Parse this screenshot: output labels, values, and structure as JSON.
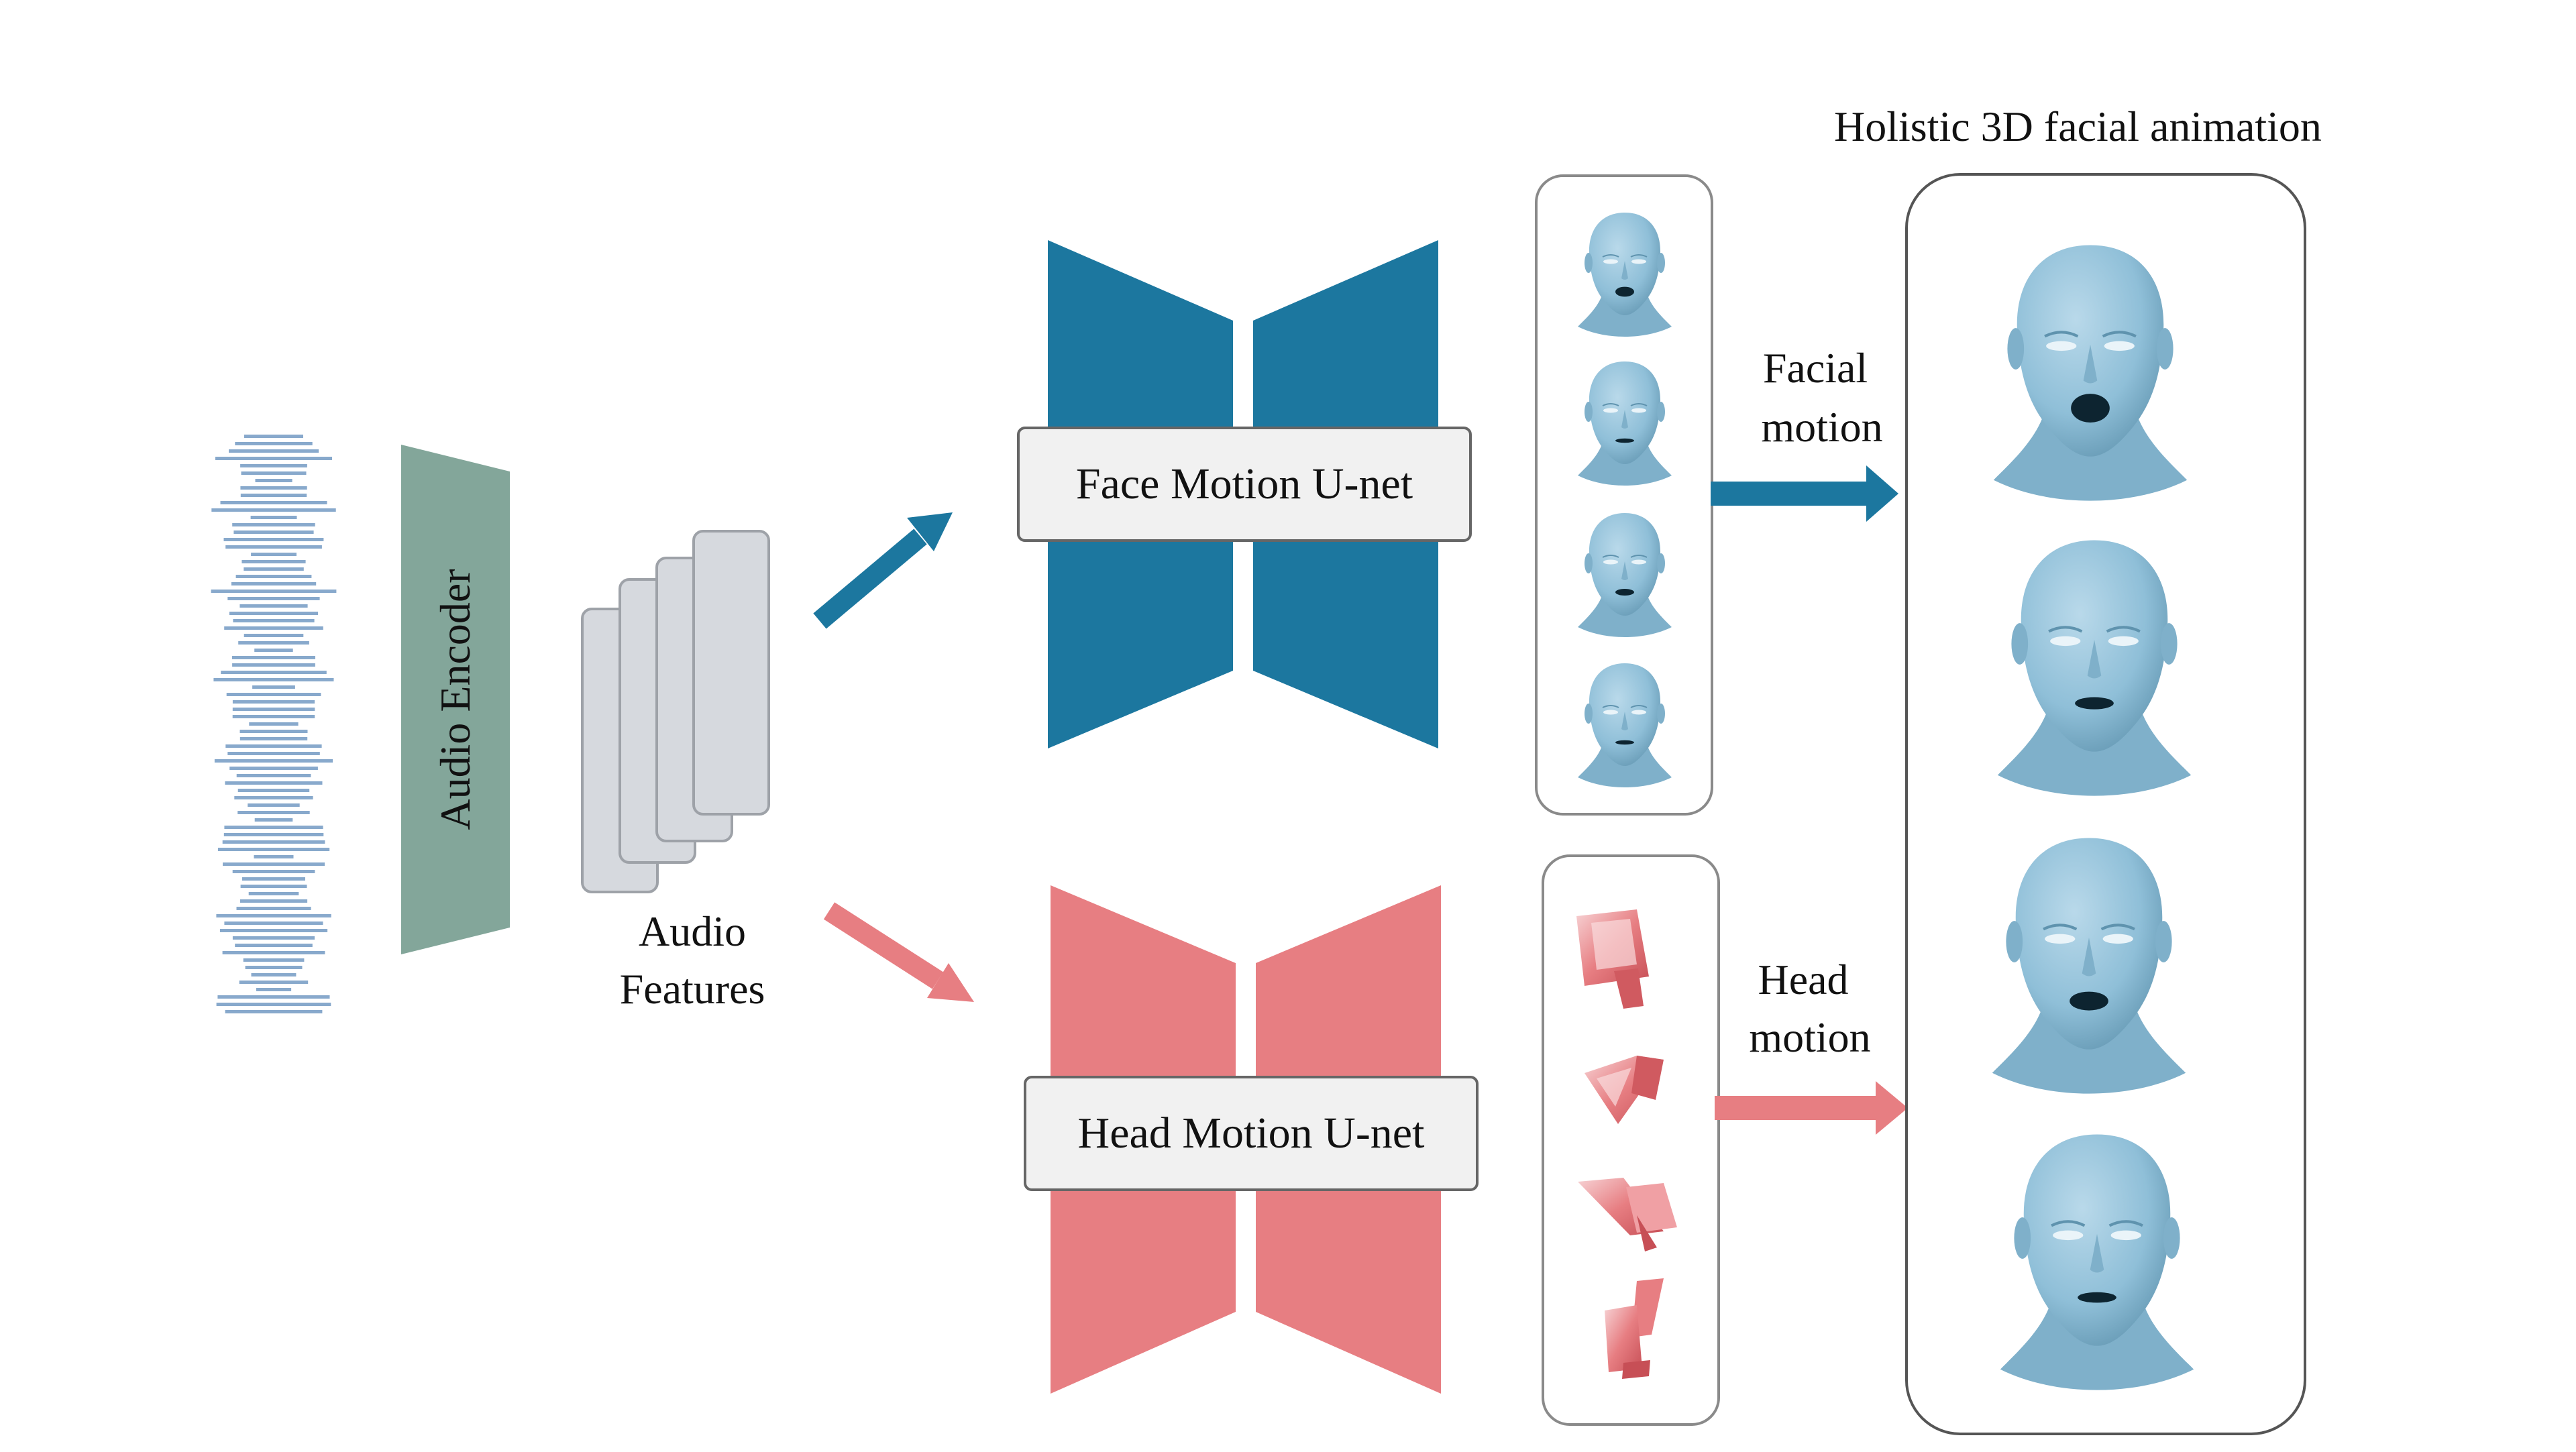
{
  "title": "Holistic 3D facial animation",
  "audio_encoder": "Audio Encoder",
  "audio_features": [
    "Audio",
    "Features"
  ],
  "face_unet": "Face Motion U-net",
  "head_unet": "Head Motion U-net",
  "facial_motion": [
    "Facial",
    "motion"
  ],
  "head_motion": [
    "Head",
    "motion"
  ],
  "colors": {
    "face": "#1c779f",
    "head": "#e77e82",
    "encoder": "#83a69a",
    "waveform": "#88a9cc",
    "feature": "#d6d9de",
    "mesh": "#8fbfd8",
    "mesh_dark": "#5f93ae",
    "box": "#f1f1f1"
  }
}
